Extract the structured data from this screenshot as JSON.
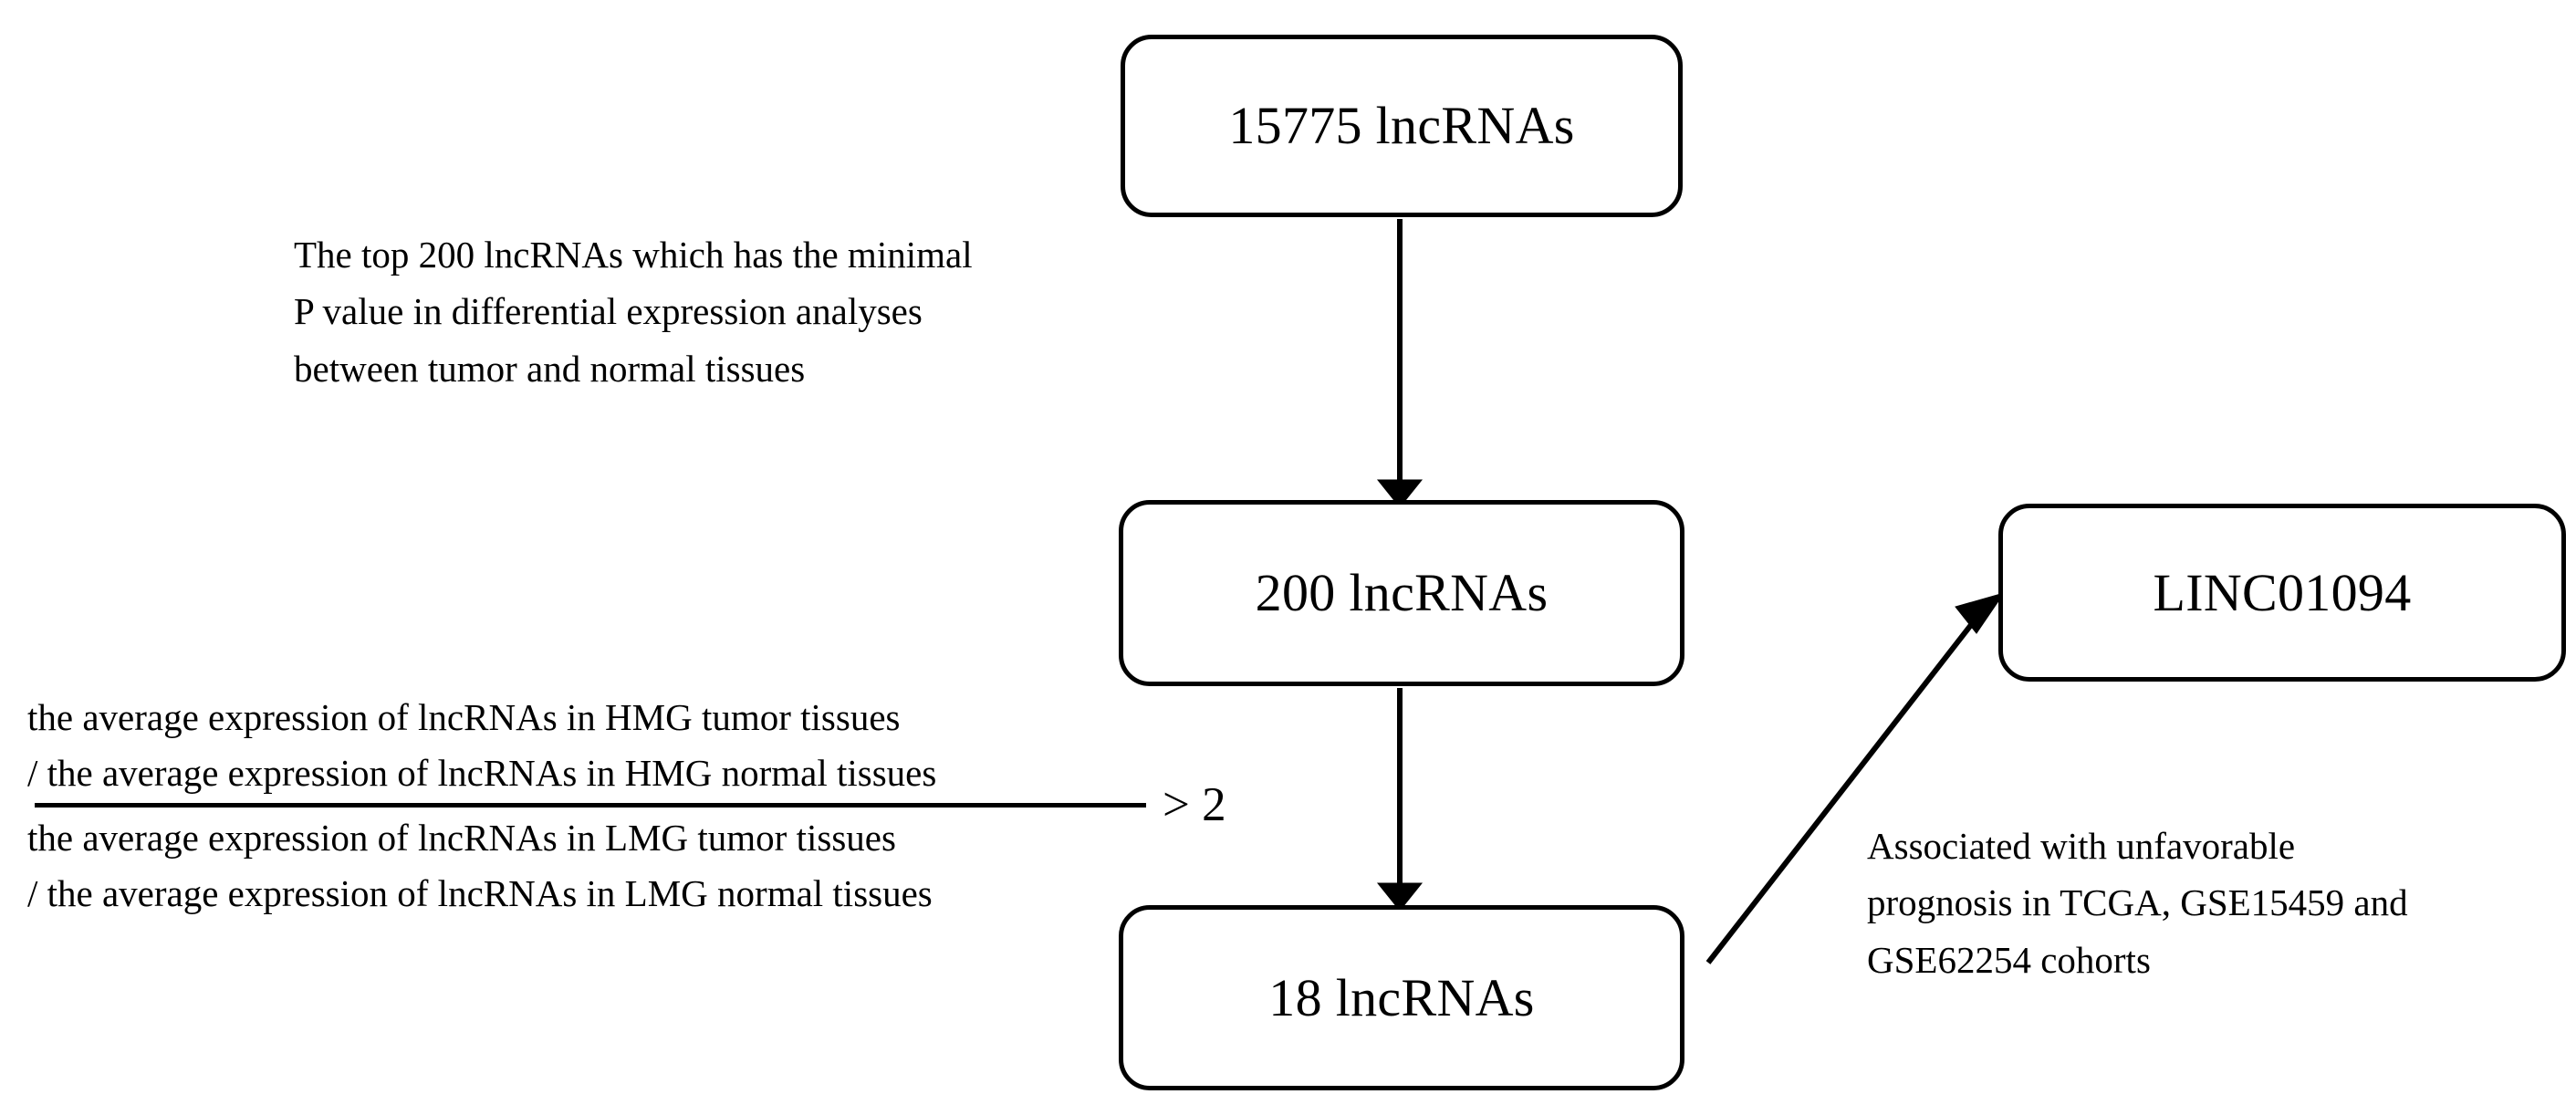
{
  "diagram": {
    "title": "lncRNA screening flowchart",
    "background_color": "#ffffff",
    "stroke_color": "#000000",
    "nodes": [
      {
        "id": "top",
        "label": "15775 lncRNAs"
      },
      {
        "id": "middle",
        "label": "200 lncRNAs"
      },
      {
        "id": "bottom",
        "label": "18 lncRNAs"
      },
      {
        "id": "linc",
        "label": "LINC01094"
      }
    ],
    "annotations": {
      "top_filter": "The top 200 lncRNAs which has the minimal\nP value in differential expression analyses\nbetween tumor and normal tissues",
      "right_outcome": "Associated with unfavorable\nprognosis in TCGA, GSE15459 and\nGSE62254 cohorts"
    },
    "criterion": {
      "numerator": "the average expression of lncRNAs in HMG tumor tissues\n/ the average expression of lncRNAs in HMG normal tissues",
      "denominator": "the average expression of lncRNAs in LMG tumor tissues\n/ the average expression of lncRNAs in LMG normal tissues",
      "operator": "> 2"
    },
    "edges": [
      {
        "id": "top-to-middle",
        "from": "top",
        "to": "middle",
        "style": "solid-arrow-down"
      },
      {
        "id": "middle-to-bottom",
        "from": "middle",
        "to": "bottom",
        "style": "solid-arrow-down"
      },
      {
        "id": "bottom-to-linc",
        "from": "bottom",
        "to": "linc",
        "style": "solid-arrow-diagonal"
      }
    ]
  }
}
